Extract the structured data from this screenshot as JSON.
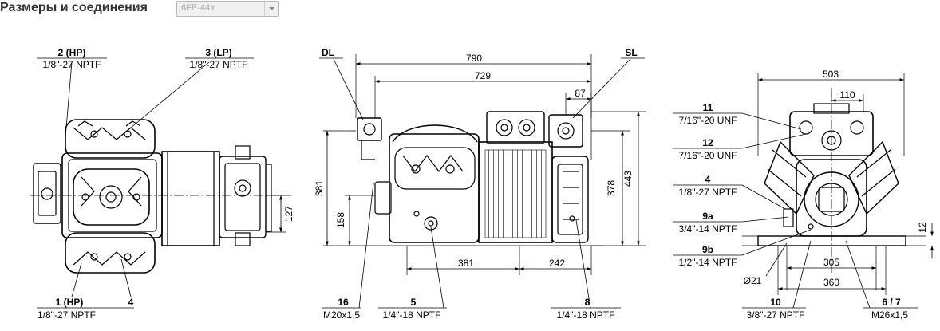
{
  "header": {
    "title": "Размеры и соединения"
  },
  "model_select": {
    "value": "6FE-44Y",
    "icon": "chevron-down-icon"
  },
  "view_side": {
    "callouts": [
      {
        "id": "2 (HP)",
        "spec": "1/8\"-27 NPTF"
      },
      {
        "id": "3 (LP)",
        "spec": "1/8\"-27 NPTF"
      },
      {
        "id": "1 (HP)",
        "spec": "1/8\"-27 NPTF"
      },
      {
        "id": "4",
        "spec": ""
      }
    ],
    "dimensions": [
      "127"
    ]
  },
  "view_front": {
    "callouts": [
      {
        "id": "DL",
        "spec": ""
      },
      {
        "id": "SL",
        "spec": ""
      },
      {
        "id": "16",
        "spec": "M20x1,5"
      },
      {
        "id": "5",
        "spec": "1/4\"-18 NPTF"
      },
      {
        "id": "8",
        "spec": "1/4\"-18 NPTF"
      }
    ],
    "dimensions": [
      "790",
      "729",
      "87",
      "381",
      "158",
      "378",
      "443",
      "381",
      "242"
    ]
  },
  "view_end": {
    "callouts": [
      {
        "id": "11",
        "spec": "7/16\"-20 UNF"
      },
      {
        "id": "12",
        "spec": "7/16\"-20 UNF"
      },
      {
        "id": "4",
        "spec": "1/8\"-27 NPTF"
      },
      {
        "id": "9a",
        "spec": "3/4\"-14 NPTF"
      },
      {
        "id": "9b",
        "spec": "1/2\"-14 NPTF"
      },
      {
        "id": "10",
        "spec": "3/8\"-27 NPTF"
      },
      {
        "id": "6 / 7",
        "spec": "M26x1,5"
      }
    ],
    "dimensions": [
      "503",
      "110",
      "12",
      "305",
      "360",
      "Ø21"
    ]
  }
}
